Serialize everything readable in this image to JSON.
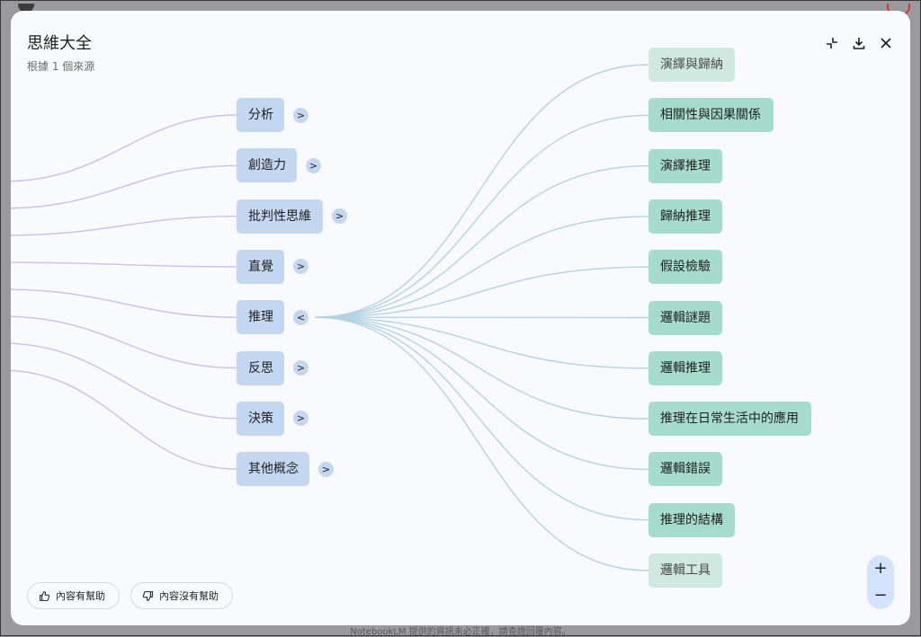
{
  "modal": {
    "title": "思維大全",
    "subtitle": "根據 1 個來源"
  },
  "header_icons": [
    "collapse-icon",
    "download-icon",
    "close-icon"
  ],
  "mindmap": {
    "left_nodes": [
      {
        "label": "分析",
        "toggle": ">"
      },
      {
        "label": "創造力",
        "toggle": ">"
      },
      {
        "label": "批判性思維",
        "toggle": ">"
      },
      {
        "label": "直覺",
        "toggle": ">"
      },
      {
        "label": "推理",
        "toggle": "<"
      },
      {
        "label": "反思",
        "toggle": ">"
      },
      {
        "label": "決策",
        "toggle": ">"
      },
      {
        "label": "其他概念",
        "toggle": ">"
      }
    ],
    "right_nodes": [
      {
        "label": "演繹與歸納",
        "faded": true
      },
      {
        "label": "相關性與因果關係",
        "faded": false
      },
      {
        "label": "演繹推理",
        "faded": false
      },
      {
        "label": "歸納推理",
        "faded": false
      },
      {
        "label": "假設檢驗",
        "faded": false
      },
      {
        "label": "邏輯謎題",
        "faded": false
      },
      {
        "label": "邏輯推理",
        "faded": false
      },
      {
        "label": "推理在日常生活中的應用",
        "faded": false
      },
      {
        "label": "邏輯錯誤",
        "faded": false
      },
      {
        "label": "推理的結構",
        "faded": false
      },
      {
        "label": "邏輯工具",
        "faded": true
      }
    ]
  },
  "feedback": {
    "helpful": "內容有幫助",
    "not_helpful": "內容沒有幫助"
  },
  "zoom": {
    "plus": "+",
    "minus": "−"
  },
  "footer_note": "NotebookLM 提供的資訊未必正確，請查證回覆內容。",
  "colors": {
    "left_node": "#c4d7f1",
    "right_node": "#a6dccb",
    "left_link": "#c5c3ec",
    "right_link": "#b3d3e3"
  }
}
